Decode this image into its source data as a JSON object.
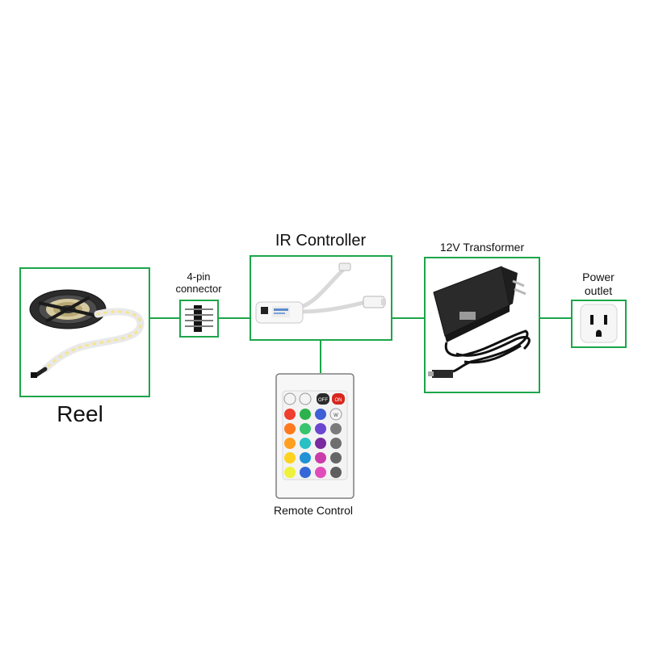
{
  "labels": {
    "reel": "Reel",
    "connector_line1": "4-pin",
    "connector_line2": "connector",
    "ir_controller": "IR Controller",
    "transformer": "12V Transformer",
    "power_line1": "Power",
    "power_line2": "outlet",
    "remote": "Remote Control",
    "remote_off": "OFF",
    "remote_on": "ON",
    "remote_w": "W"
  },
  "colors": {
    "box_border": "#1ca64a",
    "wire": "#1ca64a"
  },
  "icons": {
    "reel": "led-strip-reel-icon",
    "connector": "four-pin-connector-icon",
    "controller": "ir-controller-icon",
    "transformer": "power-adapter-icon",
    "outlet": "power-outlet-icon",
    "remote": "ir-remote-icon"
  }
}
